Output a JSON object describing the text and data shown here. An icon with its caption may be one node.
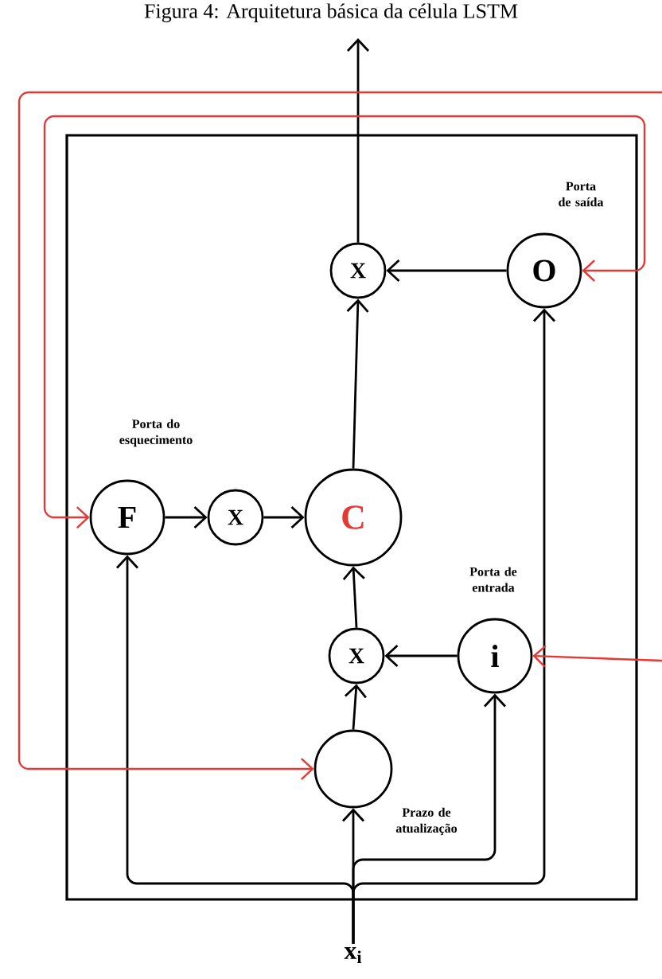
{
  "diagram": {
    "title": "Figura 4: Arquitetura básica da célula LSTM",
    "nodes": [
      {
        "text": [
          "X"
        ]
      },
      {
        "text": [
          "O"
        ],
        "beside": [
          "Porta de saída"
        ]
      },
      {
        "text": [
          "F"
        ],
        "beside": [
          "Porta do esquecimento"
        ]
      },
      {
        "text": [
          "X"
        ]
      },
      {
        "text": [
          "C"
        ]
      },
      {
        "text": [
          "i"
        ],
        "beside": [
          "Porta de entrada"
        ]
      },
      {
        "text": [
          "X"
        ]
      },
      {
        "text": [],
        "shape": "circle",
        "beside": [
          "Prazo de atualização"
        ]
      },
      {
        "text": [
          "x$_{i}$"
        ]
      }
    ],
    "edges": [
      {
        "from": 0,
        "to": null,
        "arrow": "to"
      },
      {
        "from": 1,
        "to": 0,
        "arrow": "to"
      },
      {
        "from": 4,
        "to": 0,
        "arrow": "to"
      },
      {
        "from": 2,
        "to": 3,
        "arrow": "to"
      },
      {
        "from": 3,
        "to": 4,
        "arrow": "to"
      },
      {
        "from": 6,
        "to": 4,
        "arrow": "to"
      },
      {
        "from": 5,
        "to": 6,
        "arrow": "to"
      },
      {
        "from": 7,
        "to": 6,
        "arrow": "to"
      },
      {
        "from": 8,
        "to": 7,
        "arrow": "to"
      },
      {
        "from": 8,
        "to": 5,
        "arrow": "to"
      },
      {
        "from": 8,
        "to": 2,
        "arrow": "to"
      },
      {
        "from": 8,
        "to": 1,
        "arrow": "to"
      },
      {
        "from": 2,
        "to": 1,
        "arrow": "both",
        "color": "#e53935"
      },
      {
        "from": null,
        "to": 7,
        "arrow": "to",
        "color": "#e53935"
      },
      {
        "from": null,
        "to": 5,
        "arrow": "to",
        "color": "#e53935"
      }
    ]
  }
}
